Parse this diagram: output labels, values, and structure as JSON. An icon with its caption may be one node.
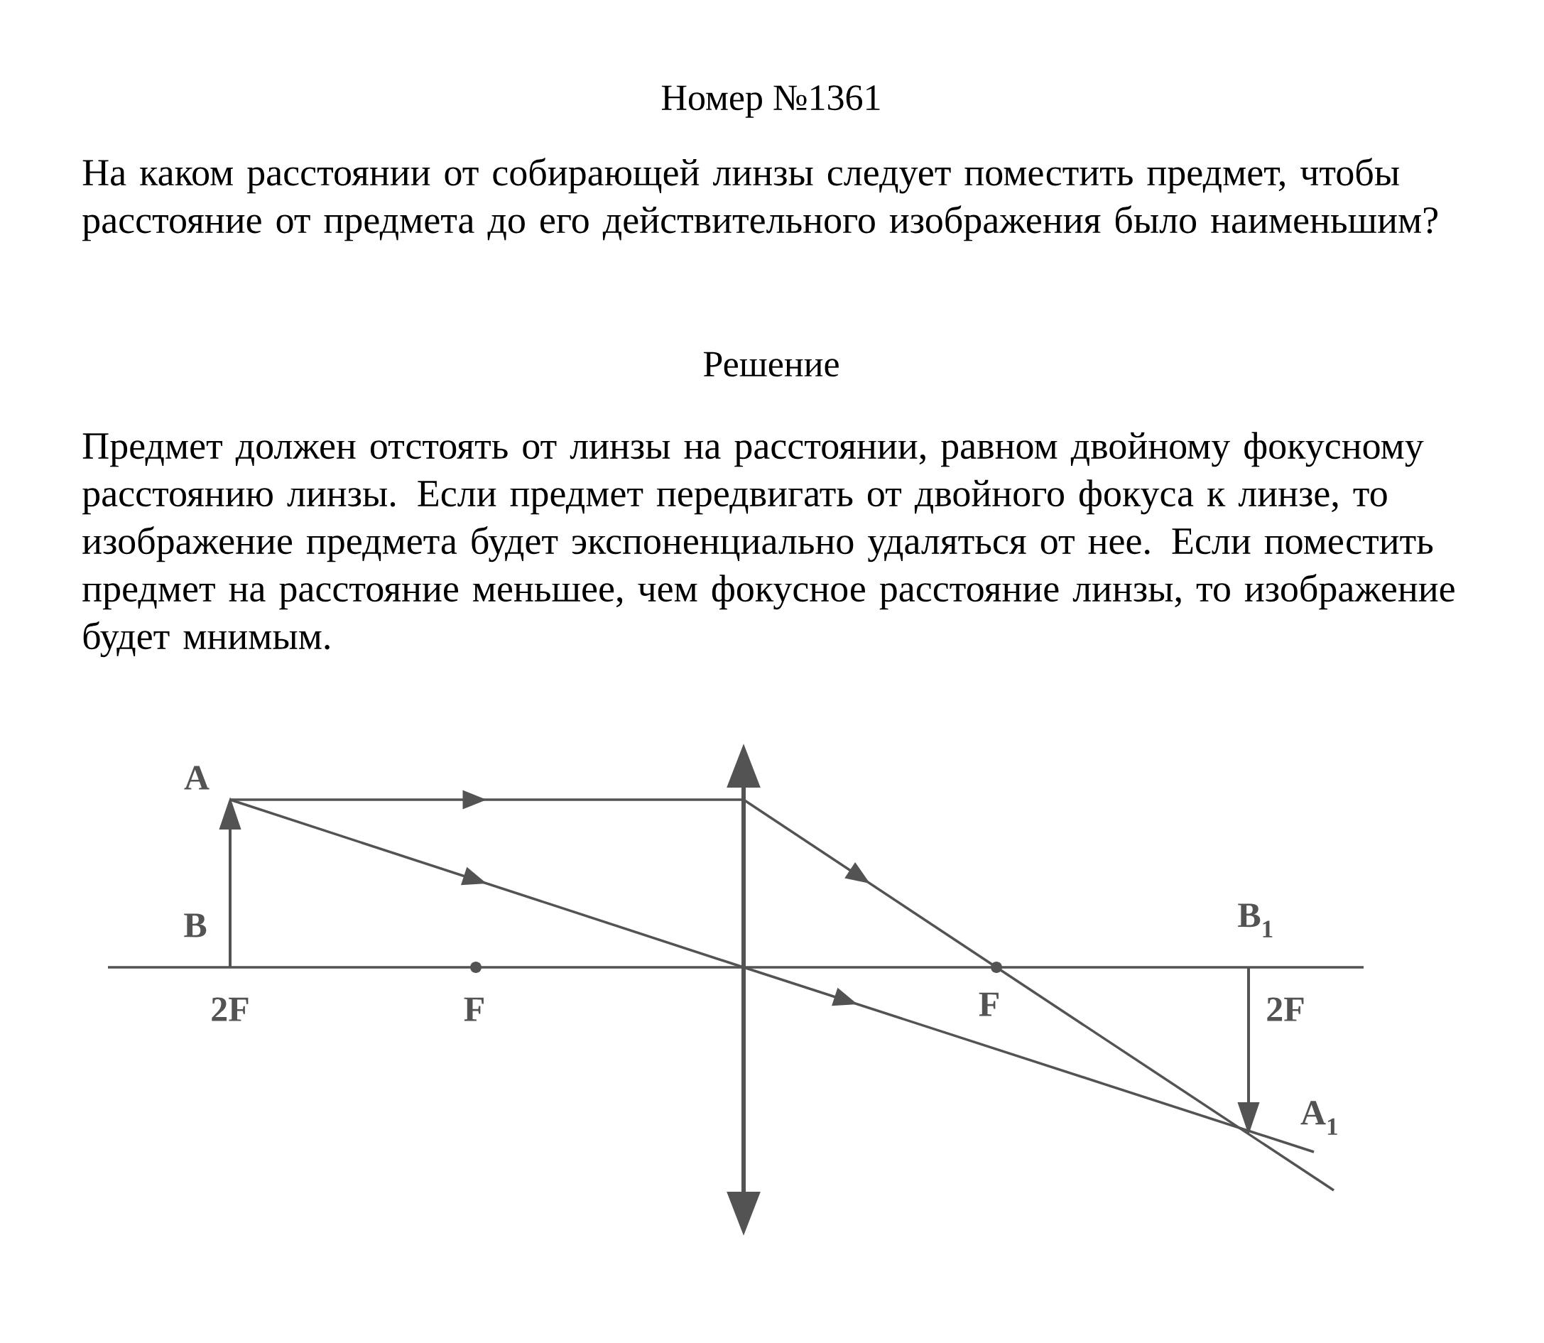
{
  "diagram": {
    "title": "Номер №1361",
    "labels": [
      "На каком расстоянии от собирающей линзы следует поместить предмет, чтобы расстояние от предмета до его действительного изображения было наименьшим?",
      "Решение",
      "Предмет должен отстоять от линзы на расстоянии, равном двойному фокусному расстоянию линзы. Если предмет передвигать от двойного фокуса к линзе, то изображение предмета будет экспоненциально удаляться от нее. Если поместить предмет на расстояние меньшее, чем фокусное расстояние линзы, то изображение будет мнимым.",
      "A",
      "B",
      "B$_{1}$",
      "2F",
      "F",
      "F",
      "2F",
      "A$_{1}$"
    ]
  }
}
